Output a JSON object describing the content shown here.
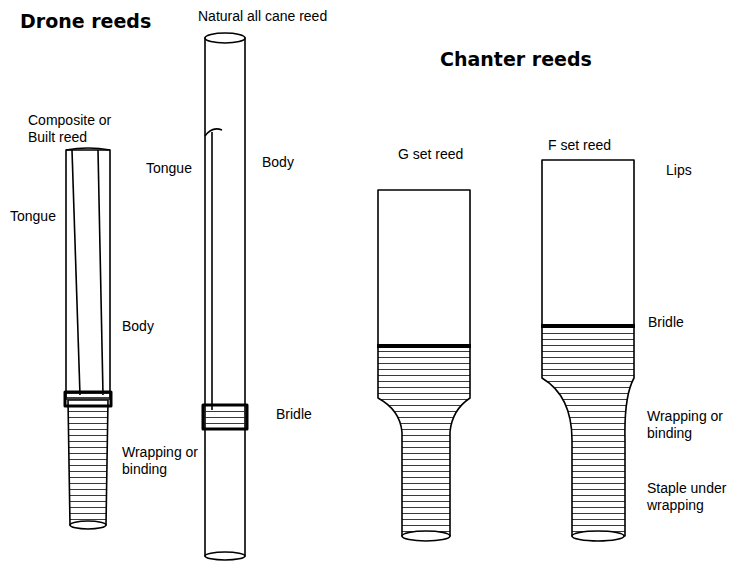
{
  "diagram": {
    "labels": [
      "Drone reeds",
      "Natural all cane reed",
      "Chanter reeds",
      "Composite or Built reed",
      "Tongue",
      "Tongue",
      "Body",
      "Body",
      "G set reed",
      "F set reed",
      "Lips",
      "Bridle",
      "Bridle",
      "Wrapping or binding",
      "Wrapping or binding",
      "Staple under wrapping"
    ]
  }
}
